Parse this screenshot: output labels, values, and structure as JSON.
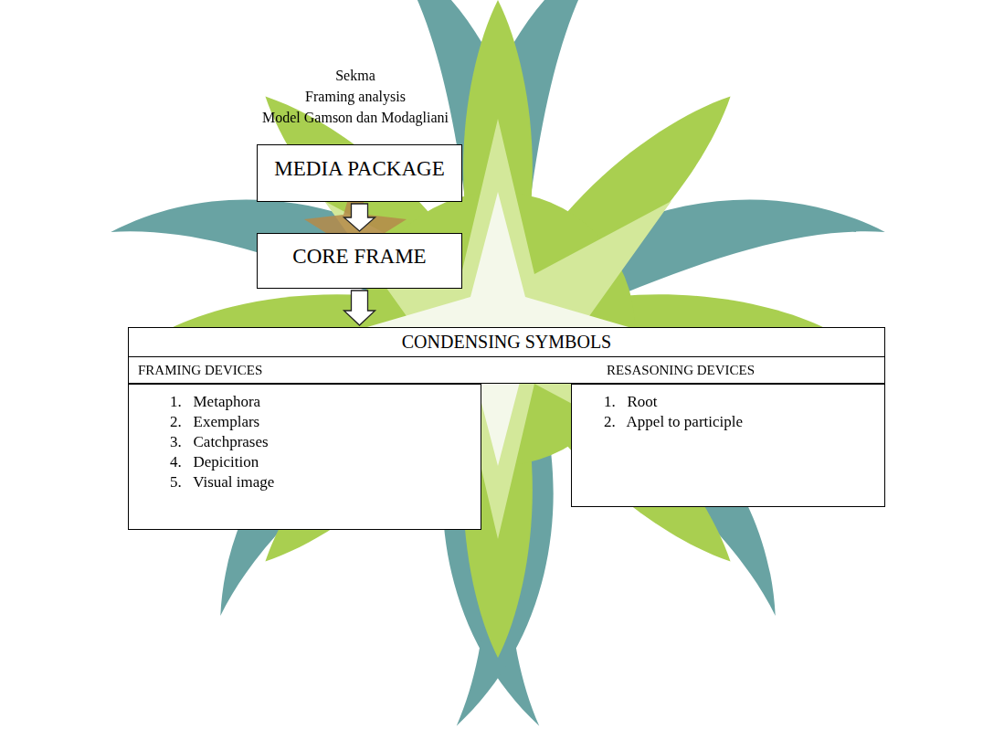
{
  "diagram": {
    "nodes": [
      {
        "text": [
          "MEDIA PACKAGE"
        ]
      },
      {
        "text": [
          "CORE FRAME"
        ]
      },
      {
        "text": [
          "CONDENSING  SYMBOLS"
        ]
      },
      {
        "text": [
          "FRAMING DEVICES",
          "1.   Metaphora",
          "2.   Exemplars",
          "3.   Catchprases",
          "4.   Depicition",
          "5.   Visual image"
        ]
      },
      {
        "text": [
          "RESASONING DEVICES",
          "1.   Root",
          "2.   Appel to participle"
        ]
      }
    ],
    "edges": [
      {
        "from": 0,
        "to": 1,
        "arrow": "to"
      },
      {
        "from": 1,
        "to": 2,
        "arrow": "to"
      }
    ],
    "labels": [
      "Sekma",
      "Framing  analysis",
      "Model Gamson dan Modagliani"
    ]
  }
}
